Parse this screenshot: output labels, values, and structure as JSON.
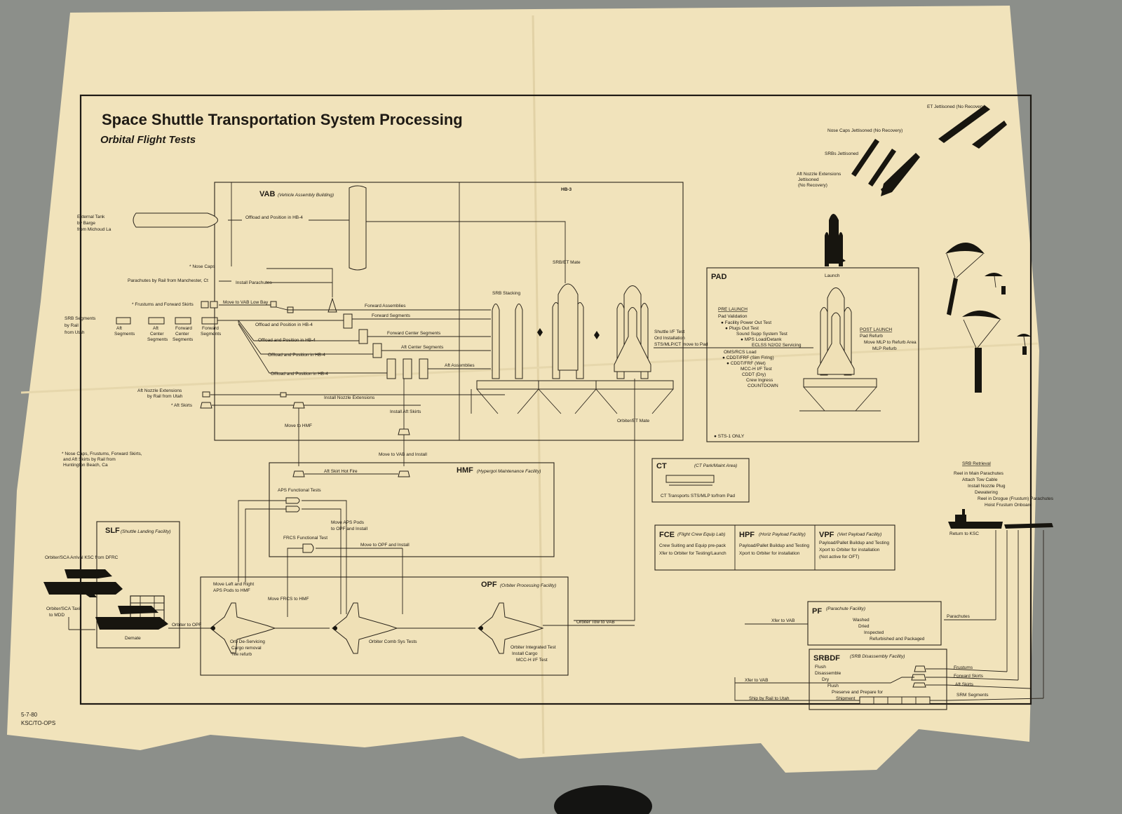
{
  "title": "Space Shuttle Transportation System Processing",
  "subtitle": "Orbital Flight Tests",
  "footer": {
    "date": "5-7-80",
    "code": "KSC/TO-OPS"
  },
  "colors": {
    "paper": "#f1e3bb",
    "ink": "#1e1a14",
    "background": "#8c8f8a"
  },
  "inputs": {
    "external_tank": [
      "External Tank",
      "by Barge",
      "from Michoud La"
    ],
    "nose_caps": "* Nose Caps",
    "parachutes": "Parachutes by Rail from Manchester, Ct",
    "frustums": "* Frustums and Forward Skirts",
    "srb_segments": [
      "SRB Segments",
      "by Rail",
      "from Utah"
    ],
    "segment_types": [
      [
        "Aft",
        "Segments"
      ],
      [
        "Aft",
        "Center",
        "Segments"
      ],
      [
        "Forward",
        "Center",
        "Segments"
      ],
      [
        "Forward",
        "Segments"
      ]
    ],
    "aft_nozzle": [
      "Aft Nozzle Extensions",
      "by Rail from Utah"
    ],
    "aft_skirts": "* Aft Skirts",
    "footnote": [
      "* Nose Caps, Frustums, Forward Skirts,",
      "and Aft Skirts by Rail from",
      "Huntington Beach, Ca"
    ]
  },
  "vab": {
    "title": "VAB",
    "subtitle": "(Vehicle Assembly Building)",
    "hb3": "HB-3",
    "labels": {
      "offload_et": "Offload and Position in HB-4",
      "install_parachutes": "Install Parachutes",
      "move_low_bay": "Move to VAB Low Bay",
      "forward_assemblies": "Forward Assemblies",
      "forward_segments": "Forward Segments",
      "forward_center_segments": "Forward Center Segments",
      "aft_center_segments": "Aft Center Segments",
      "aft_assemblies": "Aft Assemblies",
      "offload_1": "Offload and Position in HB-4",
      "offload_2": "Offload and Position in HB-4",
      "offload_3": "Offload and Position in HB-4",
      "offload_4": "Offload and Position in HB-4",
      "install_nozzle": "Install Nozzle Extensions",
      "install_aft_skirts": "Install Aft Skirts",
      "move_to_hmf": "Move to HMF",
      "move_to_vab": "Move to VAB and Install",
      "srb_stacking": "SRB Stacking",
      "srb_et_mate": "SRB/ET Mate",
      "orbiter_et_mate": "Orbiter/ET Mate",
      "shuttle_if_test": [
        "Shuttle I/F Test",
        "Ord Installation",
        "STS/MLP/CT move to Pad"
      ]
    }
  },
  "pad": {
    "title": "PAD",
    "launch": "Launch",
    "prelaunch_heading": "PRE LAUNCH",
    "prelaunch_items": [
      "Pad Validation",
      "● Facility Power Out Test",
      "● Plugs Out Test",
      "Sound Supp System Test",
      "● MPS Load/Detank",
      "ECLSS N2/O2 Servicing",
      "OMS/RCS Load",
      "● CDDT/FRF (Sim Firing)",
      "● CDDT/FRF (Wet)",
      "MCC-H I/F Test",
      "CDDT (Dry)",
      "Crew Ingress",
      "COUNTDOWN"
    ],
    "postlaunch_heading": "POST LAUNCH",
    "postlaunch_items": [
      "Pad Refurb",
      "Move MLP to Refurb Area",
      "MLP Refurb"
    ],
    "note": "● STS-1 ONLY"
  },
  "ascent": {
    "et_jettisoned": "ET Jettisoned (No Recovery)",
    "nose_caps_jettisoned": "Nose Caps Jettisoned (No Recovery)",
    "srbs_jettisoned": "SRBs Jettisoned",
    "aft_nozzle_jettisoned": [
      "Aft Nozzle Extensions",
      "Jettisoned",
      "(No Recovery)"
    ]
  },
  "hmf": {
    "title": "HMF",
    "subtitle": "(Hypergol Maintenance Facility)",
    "labels": {
      "aft_skirt_hot_fire": "Aft Skirt Hot Fire",
      "aps_functional": "APS Functional Tests",
      "move_aps": [
        "Move APS Pods",
        "to OPF and Install"
      ],
      "frcs_functional": "FRCS Functional Test",
      "move_to_opf": "Move to OPF and Install"
    }
  },
  "slf": {
    "title": "SLF",
    "subtitle": "(Shuttle Landing Facility)",
    "arrival": "Orbiter/SCA Arrival KSC from DFRC",
    "taxi": [
      "Orbiter/SCA Taxi",
      "to MDD"
    ],
    "demate": "Demate",
    "to_opf": "Orbiter to OPF"
  },
  "opf": {
    "title": "OPF",
    "subtitle": "(Orbiter Processing Facility)",
    "move_pods": [
      "Move Left and Right",
      "APS Pods to HMF"
    ],
    "move_frcs": "Move FRCS to HMF",
    "deservicing": [
      "Orb De-Servicing",
      "Cargo removal",
      "Tile refurb"
    ],
    "comb_sys": "Orbiter Comb Sys Tests",
    "integrated": [
      "Orbiter Integrated Test",
      "Install Cargo",
      "MCC-H I/F Test"
    ],
    "tow": "Orbiter Tow to VAB"
  },
  "ct": {
    "title": "CT",
    "subtitle": "(CT Park/Maint Area)",
    "text": "CT Transports STS/MLP to/from Pad"
  },
  "facilities": [
    {
      "title": "FCE",
      "subtitle": "(Flight Crew Equip Lab)",
      "lines": [
        "Crew Suiting and Equip pre-pack",
        "Xfer to Orbiter for Testing/Launch"
      ]
    },
    {
      "title": "HPF",
      "subtitle": "(Horiz Payload Facility)",
      "lines": [
        "Payload/Pallet Buildup and Testing",
        "Xport to Orbiter for installation"
      ]
    },
    {
      "title": "VPF",
      "subtitle": "(Vert Payload Facility)",
      "lines": [
        "Payload/Pallet Buildup and Testing",
        "Xport to Orbiter for installation",
        "(Not active for OFT)"
      ]
    }
  ],
  "retrieval": {
    "heading": "SRB Retrieval",
    "steps": [
      "Reel in Main Parachutes",
      "Attach Tow Cable",
      "Install Nozzle Plug",
      "Dewatering",
      "Reel in Drogue (Frustum) Parachutes",
      "Hoist Frustum Onboard"
    ],
    "return": "Return to KSC"
  },
  "pf": {
    "title": "PF",
    "subtitle": "(Parachute Facility)",
    "xfer": "Xfer to VAB",
    "steps": [
      "Washed",
      "Dried",
      "Inspected",
      "Refurbished and Packaged"
    ],
    "input": "Parachutes"
  },
  "srbdf": {
    "title": "SRBDF",
    "subtitle": "(SRB Disassembly Facility)",
    "steps": [
      "Flush",
      "Disassemble",
      "Dry",
      "Flush",
      "Preserve and Prepare for",
      "Shipment"
    ],
    "xfer": "Xfer to VAB",
    "ship": "Ship by Rail to Utah",
    "inputs": [
      "Frustums",
      "Forward Skirts",
      "Aft Skirts",
      "SRM Segments"
    ]
  }
}
